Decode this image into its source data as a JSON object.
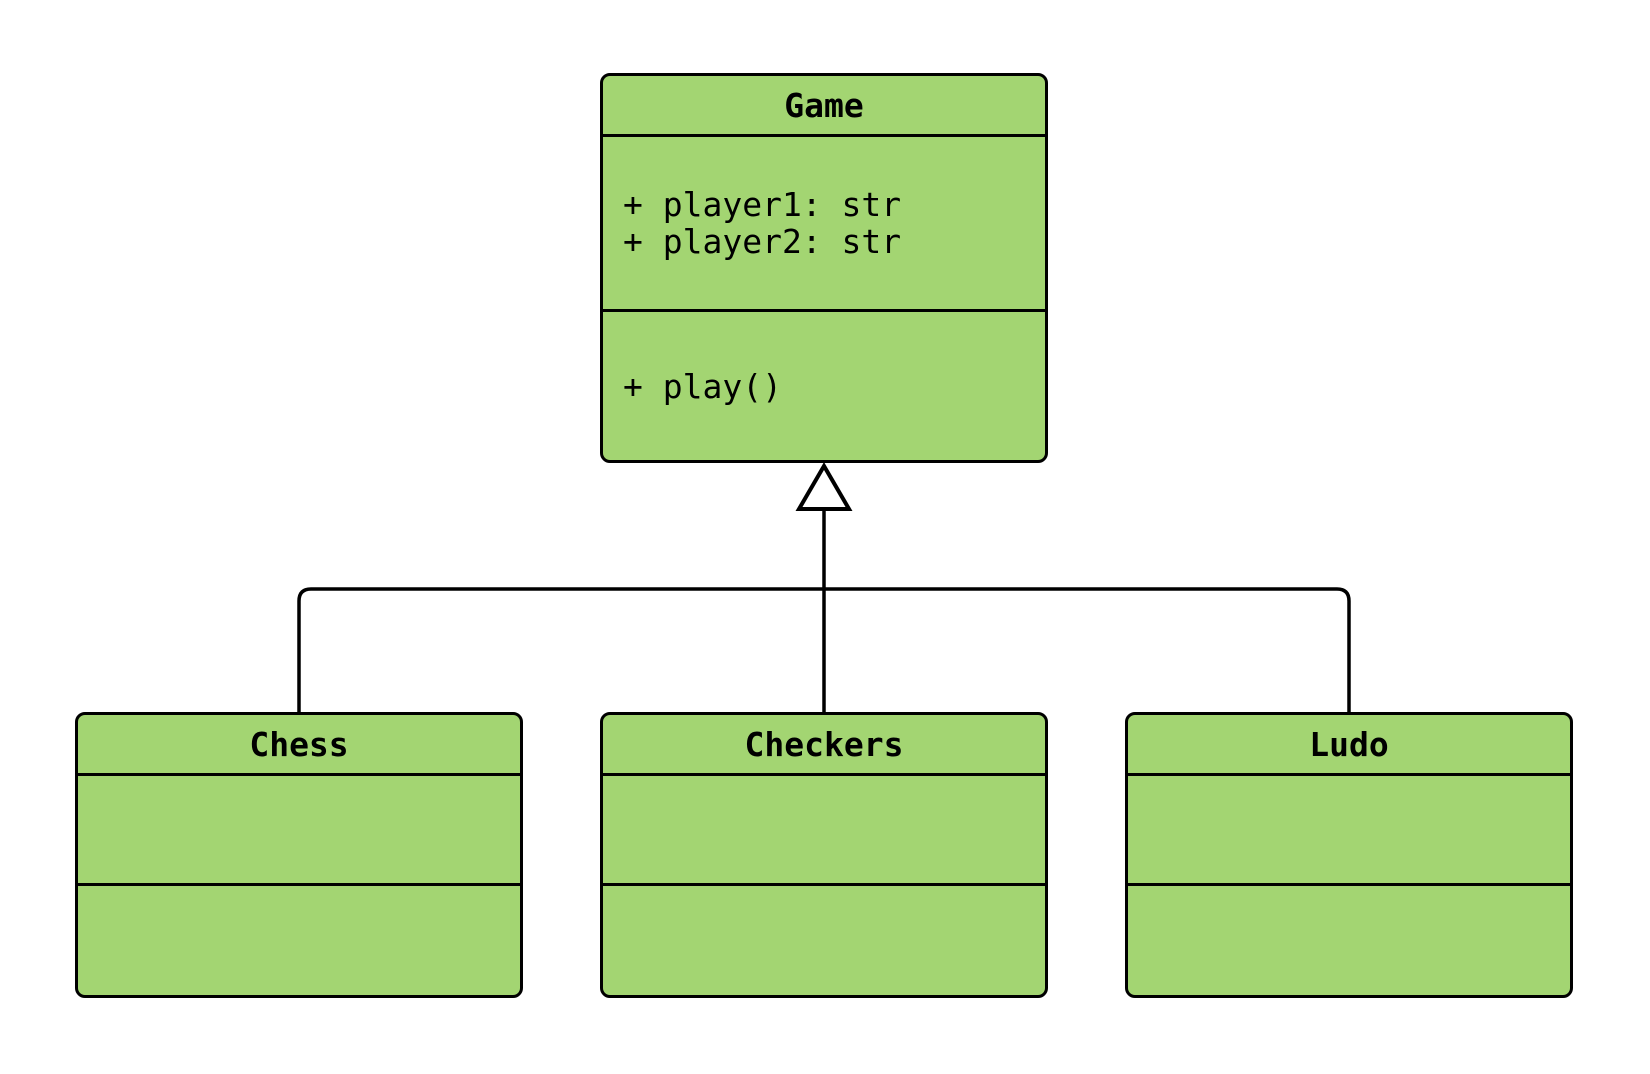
{
  "diagram": {
    "type": "uml-class-diagram",
    "colors": {
      "background": "#ffffff",
      "node_fill": "#a3d572",
      "node_border": "#000000",
      "line": "#000000",
      "text": "#000000"
    },
    "classes": [
      {
        "name": "Game",
        "attributes": [
          "+ player1: str",
          "+ player2: str"
        ],
        "methods": [
          "+ play()"
        ]
      },
      {
        "name": "Chess",
        "attributes": [],
        "methods": []
      },
      {
        "name": "Checkers",
        "attributes": [],
        "methods": []
      },
      {
        "name": "Ludo",
        "attributes": [],
        "methods": []
      }
    ],
    "relations": [
      {
        "from": "Chess",
        "to": "Game",
        "type": "inheritance"
      },
      {
        "from": "Checkers",
        "to": "Game",
        "type": "inheritance"
      },
      {
        "from": "Ludo",
        "to": "Game",
        "type": "inheritance"
      }
    ]
  }
}
